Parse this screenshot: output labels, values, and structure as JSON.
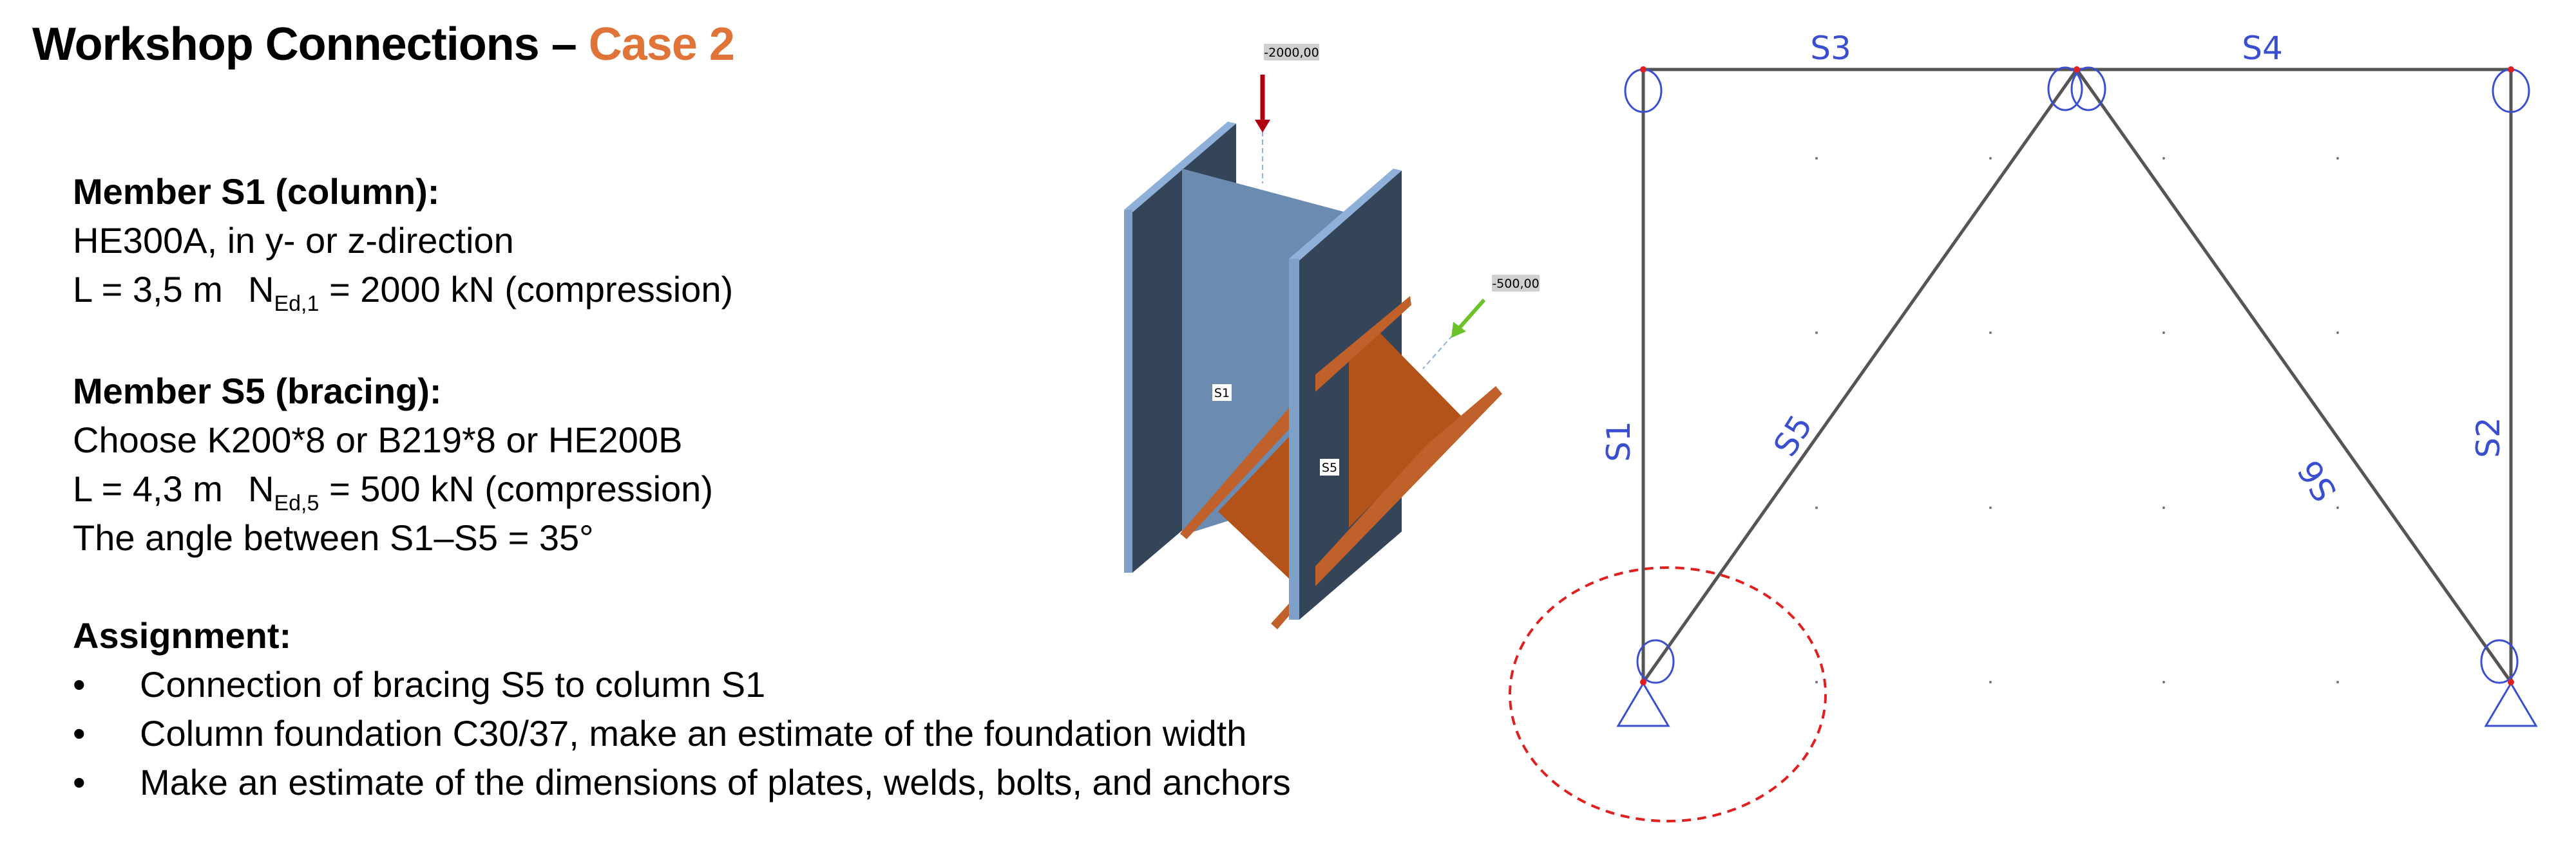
{
  "title": {
    "main": "Workshop Connections – ",
    "accent": "Case 2"
  },
  "member_s1": {
    "heading": "Member S1 (column):",
    "profile": "HE300A, in y- or z-direction",
    "length": "L = 3,5 m",
    "force_symbol": "N",
    "force_sub": "Ed,1",
    "force_value": " = 2000 kN (compression)"
  },
  "member_s5": {
    "heading": "Member S5 (bracing):",
    "profile": "Choose K200*8 or B219*8 or HE200B",
    "length": "L = 4,3 m",
    "force_symbol": "N",
    "force_sub": "Ed,5",
    "force_value": " = 500 kN (compression)",
    "angle": "The angle between S1–S5 = 35°"
  },
  "assignment": {
    "heading": "Assignment:",
    "bullet": "•",
    "items": [
      "Connection of bracing S5 to column S1",
      "Column foundation C30/37, make an estimate of the foundation width",
      "Make an estimate of the dimensions of plates, welds, bolts, and anchors"
    ]
  },
  "model3d": {
    "load_column": "-2000,00",
    "load_bracing": "-500,00",
    "label_column": "S1",
    "label_bracing": "S5"
  },
  "structure": {
    "members": {
      "s1": "S1",
      "s2": "S2",
      "s3": "S3",
      "s4": "S4",
      "s5": "S5",
      "s6": "S6"
    }
  },
  "colors": {
    "accent": "#e07338",
    "steel_column": "#6b8bb0",
    "steel_dark": "#34455a",
    "bracing": "#b35219",
    "member_labels": "#3a4fd0",
    "highlight": "#e02020"
  }
}
